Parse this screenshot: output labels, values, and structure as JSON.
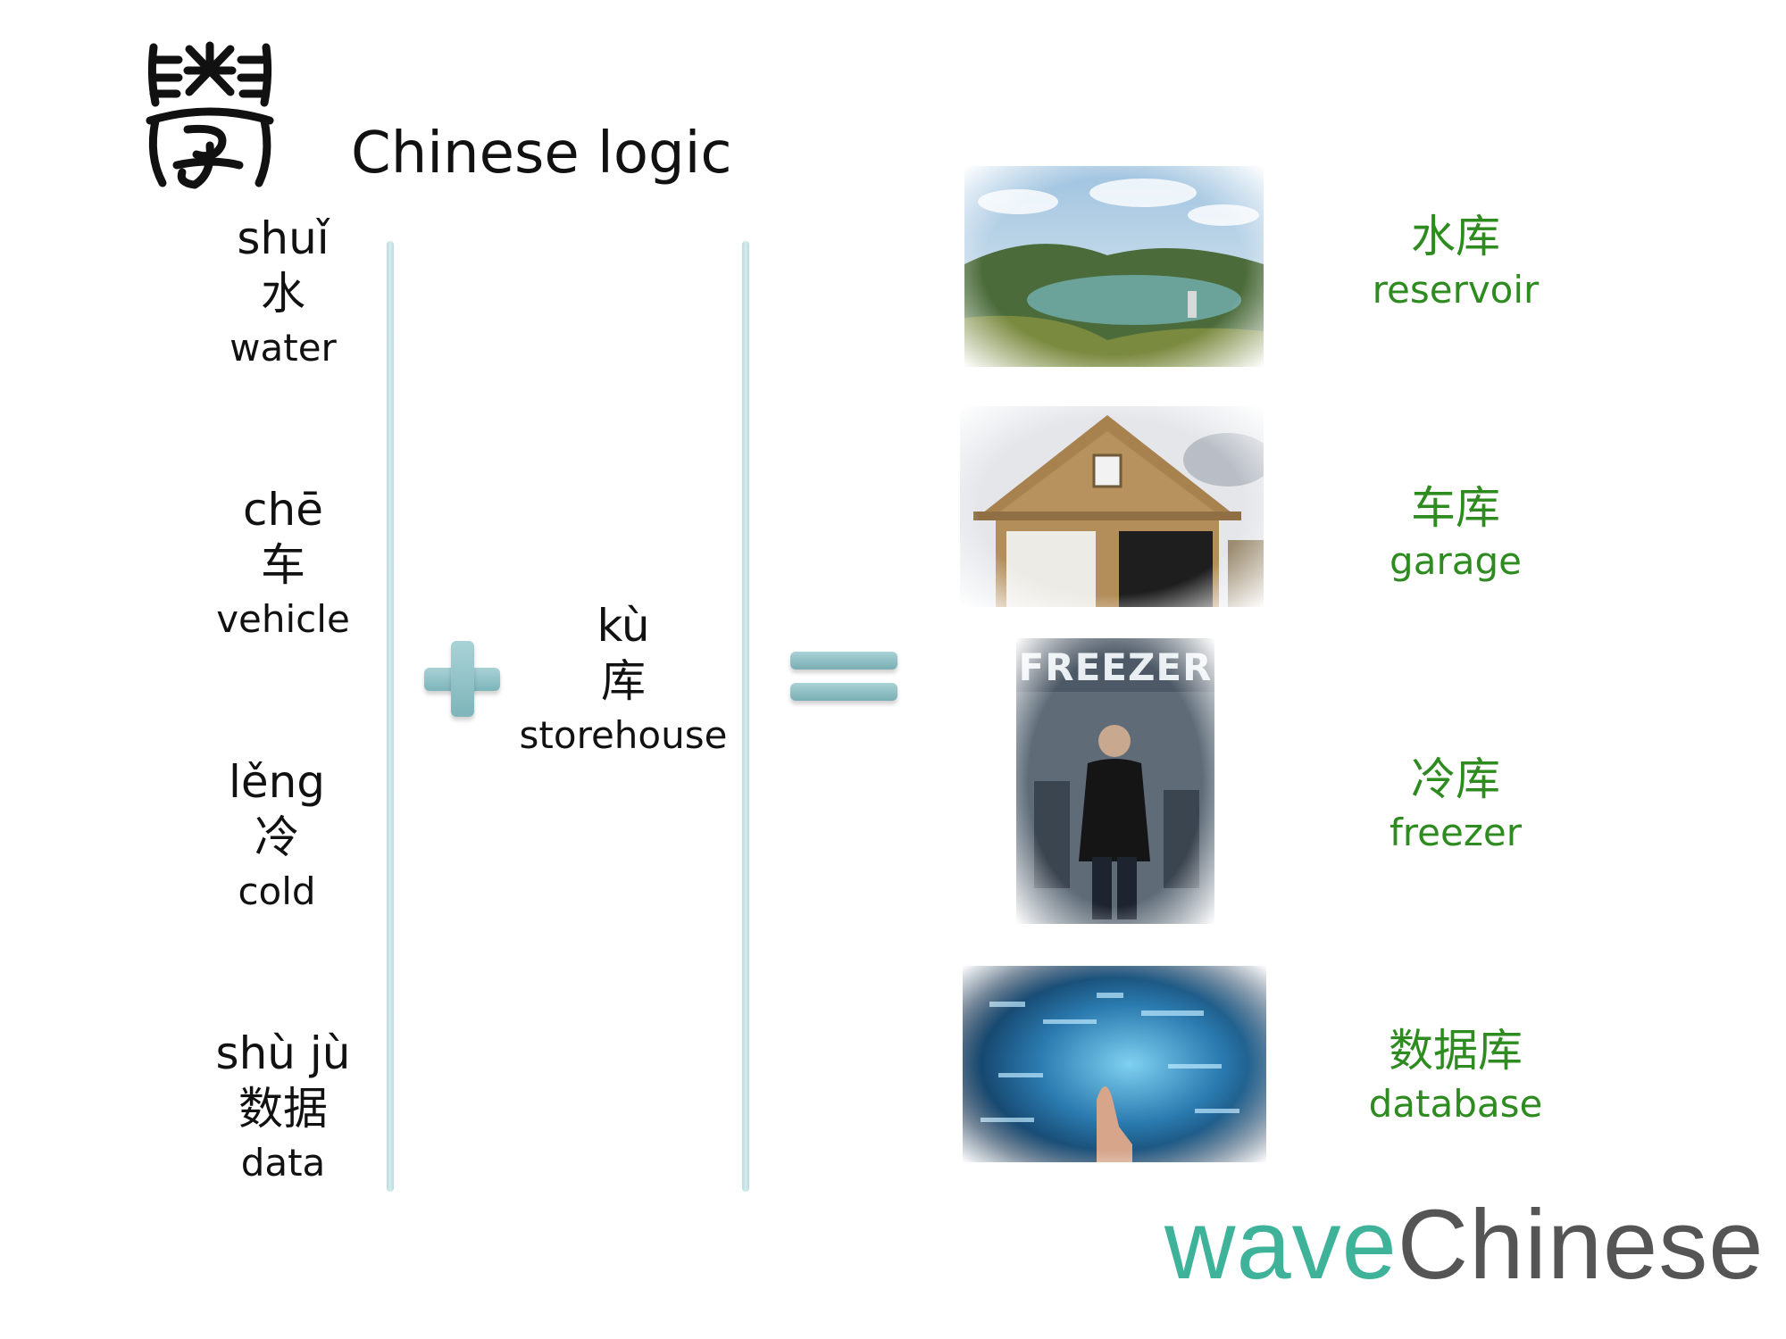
{
  "title": "Chinese logic",
  "left_words": [
    {
      "pinyin": "shuǐ",
      "hanzi": "水",
      "english": "water"
    },
    {
      "pinyin": "chē",
      "hanzi": "车",
      "english": "vehicle"
    },
    {
      "pinyin": "lěng",
      "hanzi": "冷",
      "english": "cold"
    },
    {
      "pinyin": "shù jù",
      "hanzi": "数据",
      "english": "data"
    }
  ],
  "middle_word": {
    "pinyin": "kù",
    "hanzi": "库",
    "english": "storehouse"
  },
  "results": [
    {
      "hanzi": "水库",
      "english": "reservoir",
      "image": "reservoir-photo"
    },
    {
      "hanzi": "车库",
      "english": "garage",
      "image": "garage-photo"
    },
    {
      "hanzi": "冷库",
      "english": "freezer",
      "image": "freezer-poster"
    },
    {
      "hanzi": "数据库",
      "english": "database",
      "image": "database-photo"
    }
  ],
  "poster_title": "FREEZER",
  "brand": {
    "part1": "wave",
    "part2": "Chinese",
    "color1": "#3fb39a",
    "color2": "#555555"
  },
  "colors": {
    "accent_green": "#2e8b1f",
    "divider": "#c4e2e4",
    "operator": "#8cc3c8"
  },
  "icons": {
    "logo": "seal-script-character-icon",
    "plus": "plus-icon",
    "equals": "equals-icon"
  }
}
